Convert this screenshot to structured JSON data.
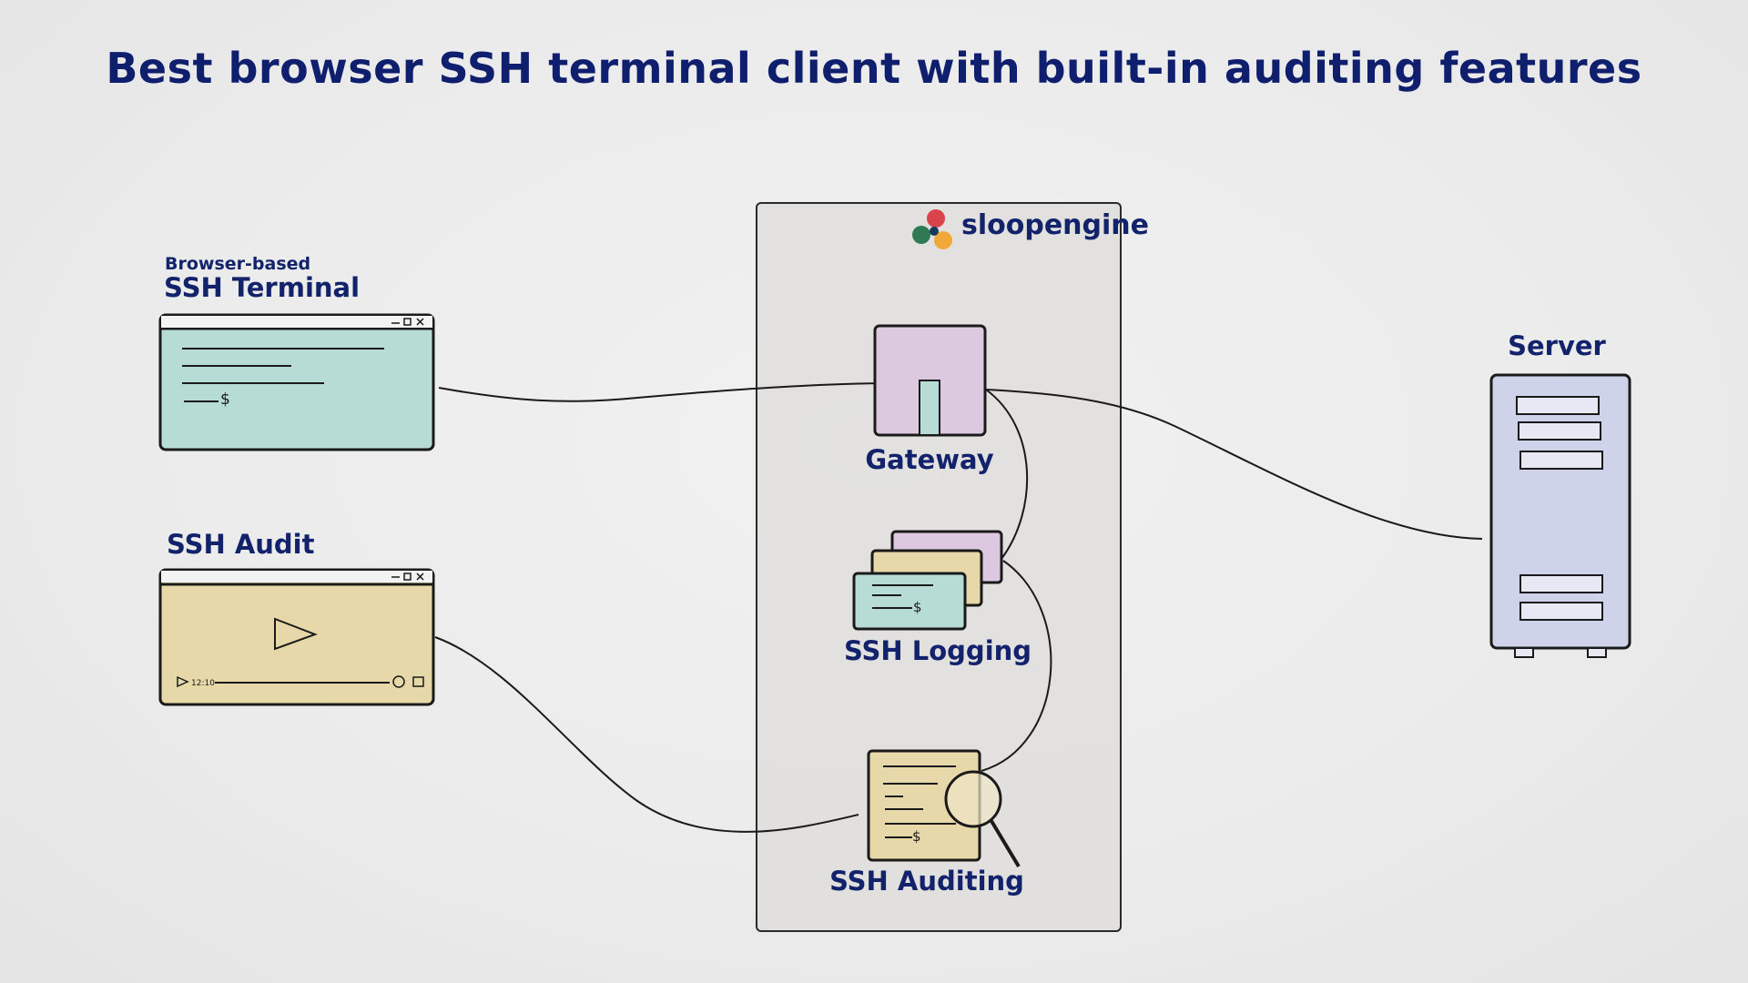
{
  "title": "Best browser SSH terminal client with built-in auditing features",
  "brand": {
    "name": "sloopengine",
    "icon": "sloopengine-logo-icon"
  },
  "terminal": {
    "caption": "Browser-based",
    "label": "SSH Terminal",
    "prompt": "$"
  },
  "audit": {
    "label": "SSH Audit",
    "time": "12:10"
  },
  "gateway": {
    "label": "Gateway"
  },
  "logging": {
    "label": "SSH Logging",
    "prompt": "$"
  },
  "auditing": {
    "label": "SSH Auditing",
    "prompt": "$"
  },
  "server": {
    "label": "Server"
  },
  "colors": {
    "ink": "#12236b",
    "terminal_fill": "#b7dcd6",
    "video_fill": "#e6d8a8",
    "gateway_fill": "#dcc9e0",
    "server_fill": "#cfd3ea"
  }
}
